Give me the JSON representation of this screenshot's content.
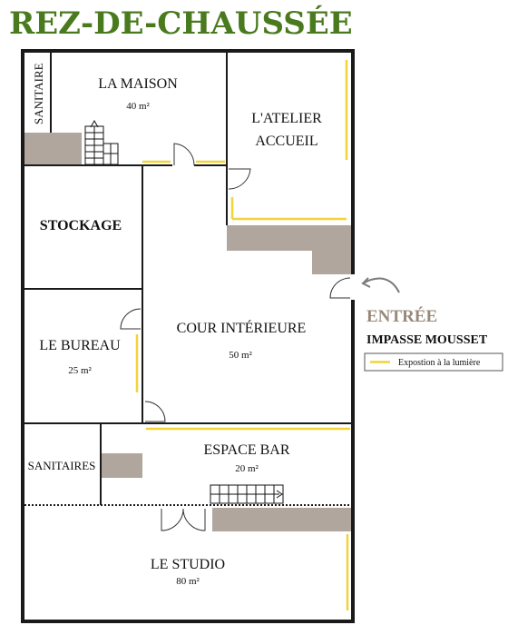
{
  "title": "REZ-DE-CHAUSSÉE",
  "colors": {
    "title": "#4a7a1e",
    "wall": "#1a1a1a",
    "fill": "#b0a69d",
    "light": "#f2d33b",
    "entree": "#978a7a"
  },
  "rooms": {
    "sanitaire": "SANITAIRE",
    "maison": {
      "name": "LA MAISON",
      "area": "40 m²"
    },
    "atelier": {
      "line1": "L'ATELIER",
      "line2": "ACCUEIL"
    },
    "stockage": "STOCKAGE",
    "bureau": {
      "name": "LE BUREAU",
      "area": "25 m²"
    },
    "cour": {
      "name": "COUR INTÉRIEURE",
      "area": "50 m²"
    },
    "sanitaires": "SANITAIRES",
    "bar": {
      "name": "ESPACE BAR",
      "area": "20 m²"
    },
    "studio": {
      "name": "LE STUDIO",
      "area": "80 m²"
    }
  },
  "entrance": {
    "label": "ENTRÉE",
    "street": "IMPASSE MOUSSET"
  },
  "legend": {
    "label": "Expostion à la lumière"
  }
}
